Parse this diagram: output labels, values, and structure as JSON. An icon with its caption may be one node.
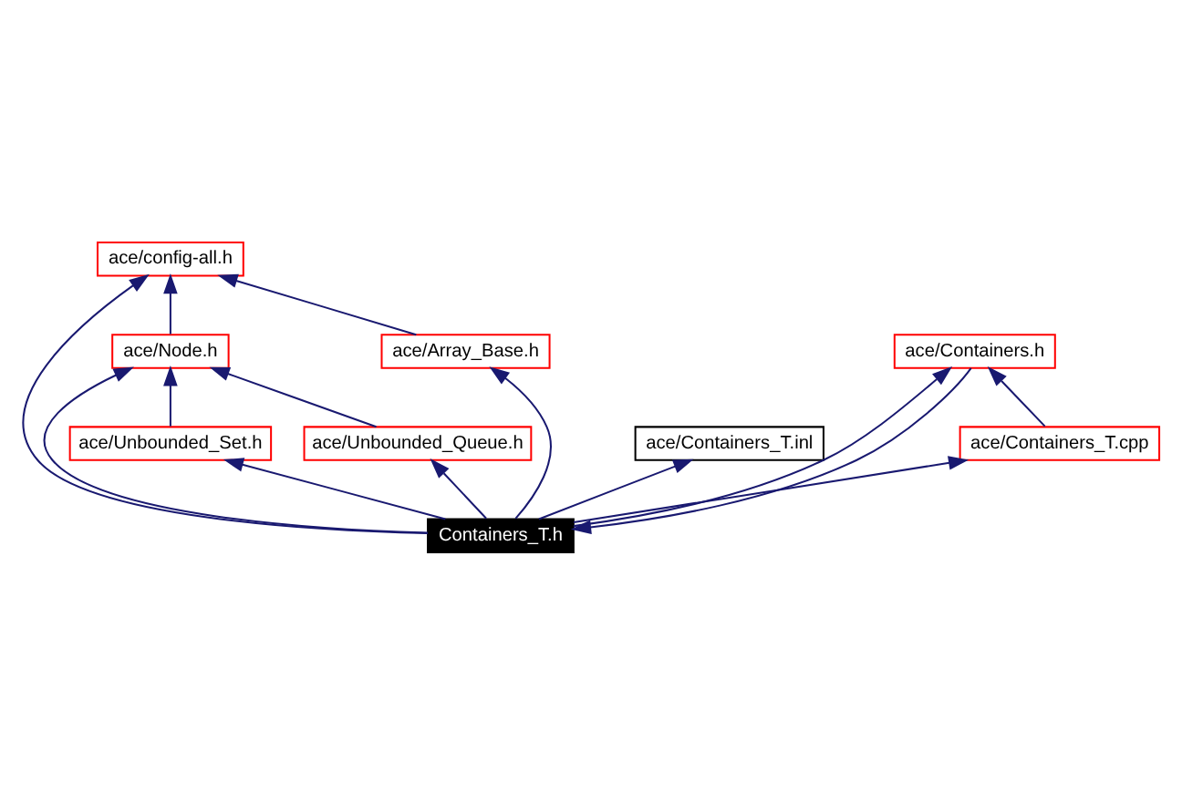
{
  "diagram": {
    "nodes": [
      {
        "text": [
          "ace/config-all.h"
        ]
      },
      {
        "text": [
          "ace/Node.h"
        ]
      },
      {
        "text": [
          "ace/Array_Base.h"
        ]
      },
      {
        "text": [
          "ace/Unbounded_Set.h"
        ]
      },
      {
        "text": [
          "ace/Unbounded_Queue.h"
        ]
      },
      {
        "text": [
          "ace/Containers_T.inl"
        ]
      },
      {
        "text": [
          "Containers_T.h"
        ]
      },
      {
        "text": [
          "ace/Containers.h"
        ]
      },
      {
        "text": [
          "ace/Containers_T.cpp"
        ]
      }
    ],
    "edges": [
      {
        "from": 1,
        "to": 0,
        "arrow": "to"
      },
      {
        "from": 2,
        "to": 0,
        "arrow": "to"
      },
      {
        "from": 3,
        "to": 1,
        "arrow": "to"
      },
      {
        "from": 4,
        "to": 1,
        "arrow": "to"
      },
      {
        "from": 6,
        "to": 0,
        "arrow": "to"
      },
      {
        "from": 6,
        "to": 1,
        "arrow": "to"
      },
      {
        "from": 6,
        "to": 3,
        "arrow": "to"
      },
      {
        "from": 6,
        "to": 4,
        "arrow": "to"
      },
      {
        "from": 6,
        "to": 2,
        "arrow": "to"
      },
      {
        "from": 6,
        "to": 5,
        "arrow": "to"
      },
      {
        "from": 7,
        "to": 6,
        "arrow": "to"
      },
      {
        "from": 6,
        "to": 7,
        "arrow": "to"
      },
      {
        "from": 6,
        "to": 8,
        "arrow": "to"
      },
      {
        "from": 8,
        "to": 7,
        "arrow": "to"
      }
    ]
  }
}
